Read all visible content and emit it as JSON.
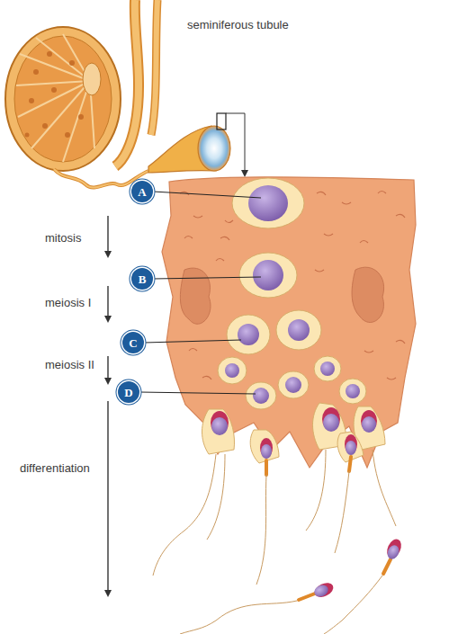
{
  "diagram": {
    "nodes": [
      {
        "text": [
          "A"
        ]
      },
      {
        "text": [
          "B"
        ]
      },
      {
        "text": [
          "C"
        ]
      },
      {
        "text": [
          "D"
        ]
      }
    ],
    "labels": [
      "seminiferous tubule",
      "mitosis",
      "meiosis I",
      "meiosis II",
      "differentiation"
    ]
  }
}
